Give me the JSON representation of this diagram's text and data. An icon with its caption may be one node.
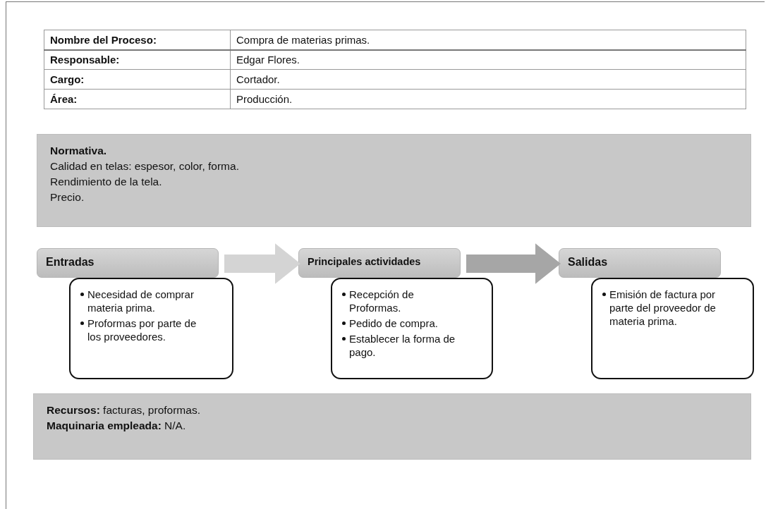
{
  "diagram": {
    "nodes": [
      {
        "text": [
          "Normativa.",
          "Calidad en telas: espesor, color, forma.",
          "Rendimiento de la tela.",
          "Precio."
        ]
      },
      {
        "text": [
          "Entradas"
        ]
      },
      {
        "text": [
          "Necesidad de comprar materia prima.",
          "Proformas por parte de los proveedores."
        ]
      },
      {
        "text": [
          "Principales actividades"
        ]
      },
      {
        "text": [
          "Recepción de Proformas.",
          "Pedido de compra.",
          "Establecer la forma de pago."
        ]
      },
      {
        "text": [
          "Salidas"
        ]
      },
      {
        "text": [
          "Emisión de factura por parte del proveedor de materia prima."
        ]
      },
      {
        "text": [
          "**Recursos:** facturas, proformas.",
          "**Maquinaria empleada:** N/A."
        ]
      }
    ],
    "edges": [
      {
        "from": 1,
        "to": 3,
        "arrow": "to",
        "style": "thick",
        "color": "#d4d4d4"
      },
      {
        "from": 3,
        "to": 5,
        "arrow": "to",
        "style": "thick",
        "color": "#a6a6a6"
      }
    ],
    "labels": [
      "Nombre del Proceso:",
      "Compra de materias primas.",
      "Responsable:",
      "Edgar Flores.",
      "Cargo:",
      "Cortador.",
      "Área:",
      "Producción."
    ]
  }
}
